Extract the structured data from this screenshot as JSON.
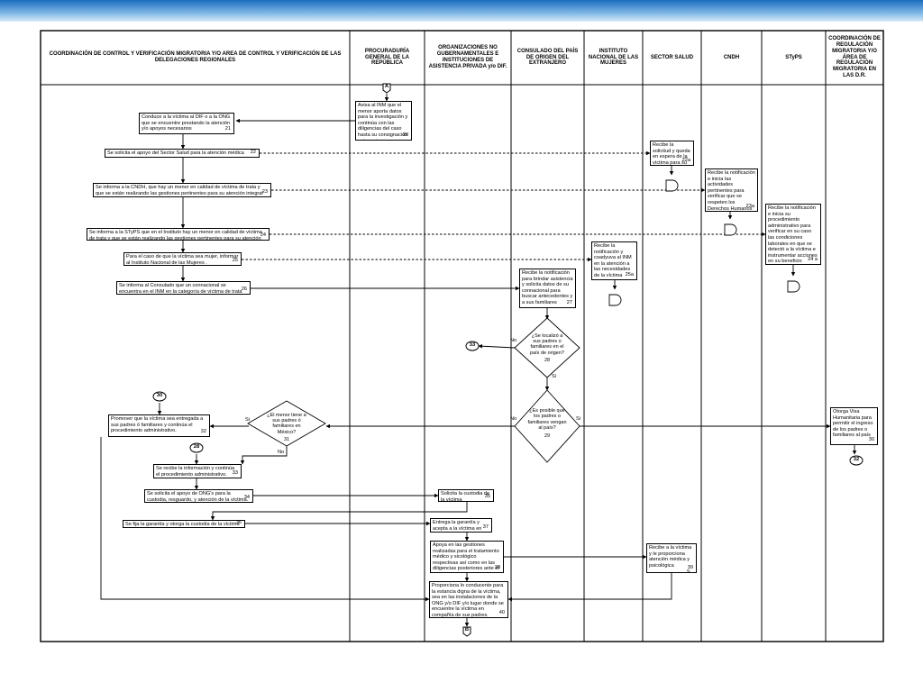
{
  "lanes": [
    {
      "id": "coord",
      "title": "COORDINACIÓN DE CONTROL Y VERIFICACIÓN MIGRATORIA Y/O AREA DE CONTROL Y VERIFICACIÓN DE LAS DELEGACIONES REGIONALES"
    },
    {
      "id": "pgr",
      "title": "PROCURADURÍA GENERAL DE LA REPÚBLICA"
    },
    {
      "id": "ong",
      "title": "ORGANIZACIONES NO GUBERNAMENTALES E INSTITUCIONES DE ASISTENCIA PRIVADA y/o DIF."
    },
    {
      "id": "consulado",
      "title": "CONSULADO DEL PAÍS DE ORIGEN DEL EXTRANJERO"
    },
    {
      "id": "inm",
      "title": "INSTITUTO NACIONAL DE LAS MUJERES"
    },
    {
      "id": "salud",
      "title": "SECTOR SALUD"
    },
    {
      "id": "cndh",
      "title": "CNDH"
    },
    {
      "id": "styps",
      "title": "STyPS"
    },
    {
      "id": "coordreg",
      "title": "COORDINACIÓN DE REGULACIÓN MIGRATORIA Y/O ÁREA DE REGULACIÓN MIGRATORIA EN LAS D.R."
    }
  ],
  "steps": [
    {
      "id": "s20",
      "num": "20",
      "text": "Avisa al INM que el menor aporta datos para la investigación y continúa con las diligencias del caso hasta su consignación ante un juez"
    },
    {
      "id": "s21",
      "num": "21",
      "text": "Conduce a la víctima al DIF o a la ONG que se encuentre prestando la atención y/o apoyos necesarios"
    },
    {
      "id": "s22",
      "num": "22",
      "text": "Se solicita el apoyo del Sector Salud para la atención médica"
    },
    {
      "id": "s22a",
      "num": "22a",
      "text": "Recibe la solicitud y queda en espera de la víctima para su atención."
    },
    {
      "id": "s23",
      "num": "23",
      "text": "Se informa a la CNDH, que hay un menor en calidad de víctima de trata y que se están realizando las gestiones pertinentes para su atención integral"
    },
    {
      "id": "s23a",
      "num": "23a",
      "text": "Recibe la notificación e inicia las actividades pertinentes para verificar que se respeten los Derechos Humanos de la víctima"
    },
    {
      "id": "s24",
      "num": "24",
      "text": "Se informa a la STyPS que en el Instituto hay un menor en calidad de víctima de trata y que se están realizando las gestiones pertinentes para su atención integral"
    },
    {
      "id": "s24a",
      "num": "24 a",
      "text": "Recibe la notificación e inicia su procedimiento administrativo para verificar en su caso las condiciones laborales en que se detectó a la víctima e instrumentar acciones en su beneficio"
    },
    {
      "id": "s25",
      "num": "25",
      "text": "Para el caso de que la víctima sea mujer, informar al Instituto Nacional de las Mujeres ."
    },
    {
      "id": "s25a",
      "num": "25a",
      "text": "Recibe la notificación y coadyuva al INM en la atención a las necesidades de la víctima"
    },
    {
      "id": "s26",
      "num": "26",
      "text": "Se informa al Consulado que un connacional se encuentra en el INM en la categoría de víctima de trata"
    },
    {
      "id": "s27",
      "num": "27",
      "text": "Recibe la notificación para brindar asistencia y solicita datos de su connacional para buscar antecedentes y a sus familiares"
    },
    {
      "id": "s30",
      "num": "30",
      "text": "Otorga Visa Humanitaria para permitir el ingreso de los padres o familiares al país"
    },
    {
      "id": "s32",
      "num": "32",
      "text": "Promover que la víctima sea entregada a sus padres ó familiares y continúa el procedimiento administrativo."
    },
    {
      "id": "s33",
      "num": "33",
      "text": "Se recibe la información y continúa el procedimiento administrativo."
    },
    {
      "id": "s34",
      "num": "34",
      "text": "Se solicita el apoyo de ONG's para la custodia, resguardo, y atención de la víctima."
    },
    {
      "id": "s35",
      "num": "35",
      "text": "Solicita la custodia de la víctima"
    },
    {
      "id": "s36",
      "num": "36",
      "text": "Se fija la garantía y otorga la custodia de la víctima"
    },
    {
      "id": "s37",
      "num": "37",
      "text": "Entrega la garantía y acepta a la víctima en custodia"
    },
    {
      "id": "s38",
      "num": "38",
      "text": "Apoya en las gestiones realizadas para el tratamiento médico y sicológico respectivas así como en las diligencias posteriores ante el M.P."
    },
    {
      "id": "s39",
      "num": "39",
      "text": "Recibe a la víctima y le proporciona atención médica y psicológica"
    },
    {
      "id": "s40",
      "num": "40",
      "text": "Proporciona lo conducente para la estancia digna de la víctima, sea en las instalaciones de la ONG y/o DIF y/o lugar donde se encuentre la víctima en compañía de sus padres."
    }
  ],
  "decisions": [
    {
      "id": "d28",
      "num": "28",
      "text": "¿Se localizó a sus padres o familiares en el país de origen?",
      "yes": "Si",
      "no": "No"
    },
    {
      "id": "d29",
      "num": "29",
      "text": "¿Es posible que los padres o familiares vengan al país?",
      "yes": "Si",
      "no": "No"
    },
    {
      "id": "d31",
      "num": "31",
      "text": "¿El menor tiene a sus padres ó familiares en México?",
      "yes": "Si",
      "no": "No"
    }
  ],
  "connectors": {
    "A": "A",
    "B": "B",
    "c33": "33",
    "c30": "30",
    "c28": "28",
    "c32": "32"
  },
  "stray_label": "9"
}
